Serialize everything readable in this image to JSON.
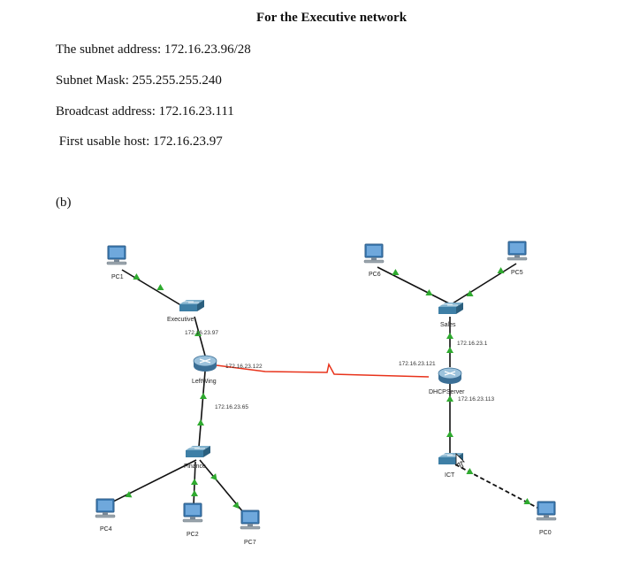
{
  "document": {
    "title": "For the Executive network",
    "lines": [
      "The subnet address: 172.16.23.96/28",
      "Subnet Mask: 255.255.255.240",
      "Broadcast address: 172.16.23.111",
      " First usable host: 172.16.23.97"
    ],
    "part_label": "(b)"
  },
  "topology": {
    "pcs": {
      "pc1": "PC1",
      "pc6": "PC6",
      "pc5": "PC5",
      "pc4": "PC4",
      "pc2": "PC2",
      "pc7": "PC7",
      "pc0": "PC0"
    },
    "switches": {
      "executive": "Executive",
      "sales": "Sales",
      "finance": "Finance",
      "ict": "ICT"
    },
    "routers": {
      "left": "LeftWing",
      "right": "DHCPServer"
    },
    "ips": {
      "executive_gw": "172.16.23.97",
      "left_serial": "172.16.23.122",
      "finance_gw": "172.16.23.65",
      "sales_gw": "172.16.23.1",
      "right_serial": "172.16.23.121",
      "ict_gw": "172.16.23.113"
    },
    "colors": {
      "serial_link": "#e8331b",
      "link": "#111111",
      "link_indicator": "#2faa2f"
    }
  }
}
